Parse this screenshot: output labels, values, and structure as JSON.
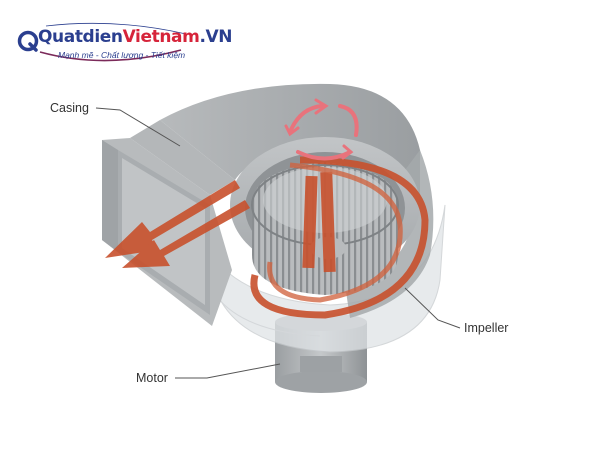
{
  "logo": {
    "brand_part1": "Quatdien",
    "brand_part2": "Vietnam",
    "brand_part3": ".VN",
    "tagline": "Mạnh mẽ - Chất lượng - Tiết kiệm",
    "colors": {
      "blue": "#2b3f8f",
      "red": "#d6243a",
      "swoosh": "#7b2a5a"
    }
  },
  "labels": {
    "casing": "Casing",
    "impeller": "Impeller",
    "motor": "Motor"
  },
  "colors": {
    "casing_grey": "#a9adb0",
    "casing_dark": "#8d9194",
    "airflow_arrow": "#c8512d",
    "rotation_arrow": "#e8737c"
  }
}
